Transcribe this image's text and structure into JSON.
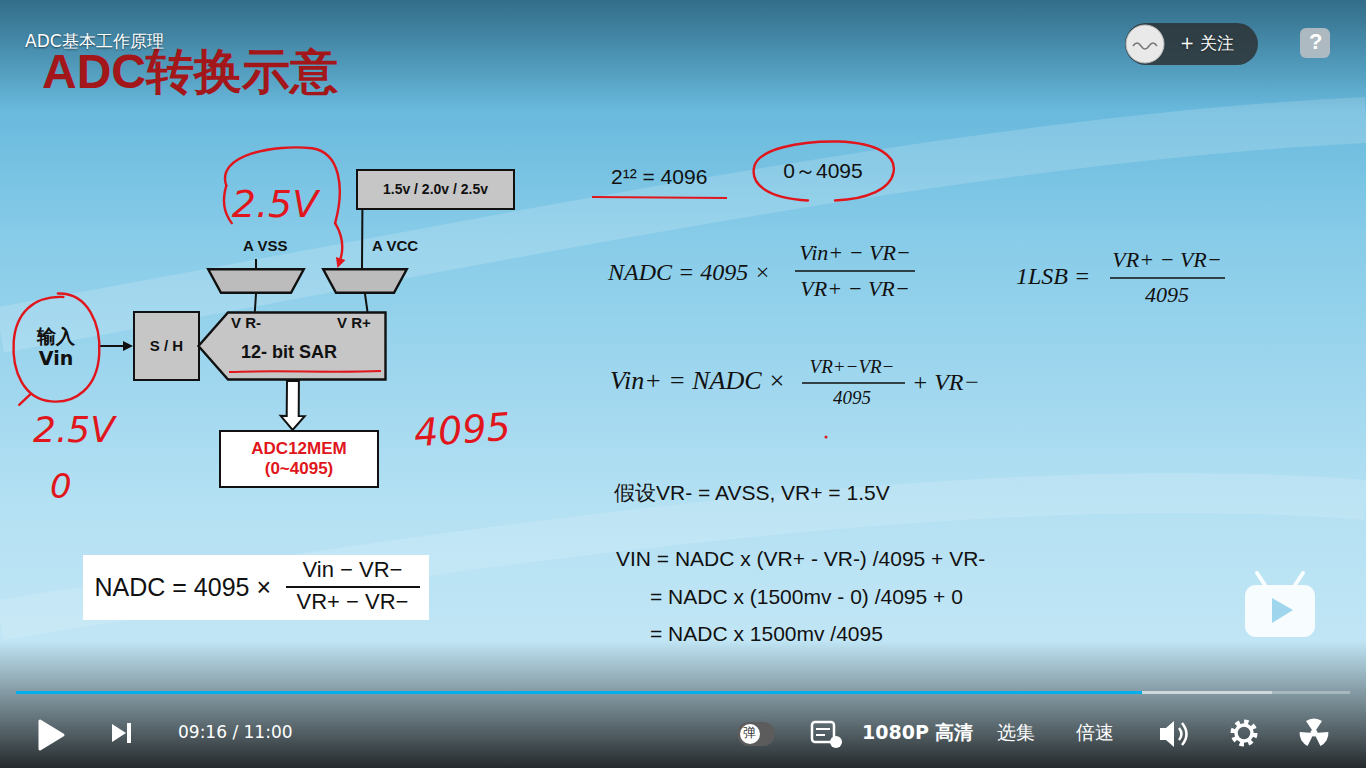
{
  "diagram": {
    "title": "ADC转换示意",
    "nodes": [
      {
        "text": [
          "2.5V"
        ]
      },
      {
        "text": [
          "1.5v / 2.0v / 2.5v"
        ]
      },
      {
        "text": [
          "A VSS"
        ]
      },
      {
        "text": [
          "A VCC"
        ]
      },
      {
        "text": [
          "输入 Vin"
        ]
      },
      {
        "text": [
          "S / H"
        ]
      },
      {
        "text": [
          "V R-",
          "V R+",
          "12- bit SAR"
        ]
      },
      {
        "text": [
          "ADC12MEM (0~4095)"
        ]
      },
      {
        "text": [
          "NADC = 4095 ×",
          "Vin − VR−",
          "VR+ − VR−"
        ]
      },
      {
        "text": [
          "0～4095"
        ]
      }
    ],
    "edges": [
      {
        "from": 0,
        "to": 3,
        "arrow": "to"
      },
      {
        "from": 1,
        "to": 3,
        "arrow": "none"
      },
      {
        "from": 2,
        "to": 6,
        "arrow": "none"
      },
      {
        "from": 3,
        "to": 6,
        "arrow": "none"
      },
      {
        "from": 4,
        "to": 5,
        "arrow": "to"
      },
      {
        "from": 6,
        "to": 7,
        "arrow": "to"
      }
    ],
    "labels": [
      "ADC基本工作原理",
      "+ 关注",
      "?",
      "2.5V",
      "0",
      "4095",
      "2¹² = 4096",
      "NADC = 4095 ×",
      "Vin+ − VR−",
      "VR+ − VR−",
      "1LSB =",
      "VR+ − VR−",
      "4095",
      "Vin+ = NADC ×",
      "VR+−VR−",
      "4095",
      "+ VR−",
      "假设VR- = AVSS, VR+ = 1.5V",
      "VIN = NADC x (VR+ - VR-) /4095 + VR-",
      "= NADC x (1500mv - 0) /4095 + 0",
      "= NADC x 1500mv /4095",
      "09:16 / 11:00",
      "弹",
      "1080P 高清",
      "选集",
      "倍速"
    ]
  }
}
